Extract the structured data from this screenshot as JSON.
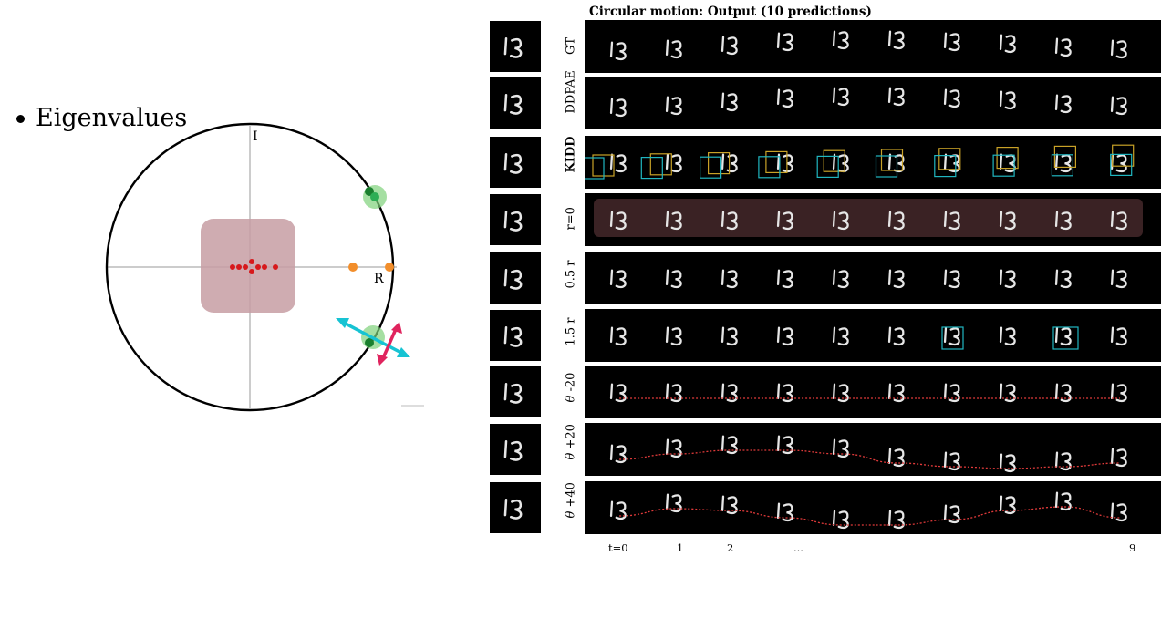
{
  "bullet": {
    "text": "Eigenvalues"
  },
  "unit_circle": {
    "axis_imag_label": "I",
    "axis_real_label": "R",
    "colors": {
      "circle": "#000000",
      "box": "#c79da3",
      "central_points": "#d7191c",
      "real_points": "#f28e2b",
      "complex_points": "#1a7f2e",
      "complex_halo": "#7fd17a",
      "cyan_arrow": "#17c3d3",
      "red_arrow": "#e0245e"
    }
  },
  "figure": {
    "title": "Circular motion: Output (10 predictions)",
    "rows": [
      {
        "label": "GT",
        "bold": false,
        "boxes": "none"
      },
      {
        "label": "DDPAE",
        "bold": false,
        "boxes": "none"
      },
      {
        "label": "KIDD",
        "bold": true,
        "boxes": "pair"
      },
      {
        "label": "r=0",
        "bold": false,
        "boxes": "band"
      },
      {
        "label": "0.5 r",
        "bold": false,
        "boxes": "none"
      },
      {
        "label": "1.5 r",
        "bold": false,
        "boxes": "cyan_two"
      },
      {
        "label": "-20",
        "bold": false,
        "theta": true,
        "trajectory": "flat"
      },
      {
        "label": "+20",
        "bold": false,
        "theta": true,
        "trajectory": "wave_low"
      },
      {
        "label": "+40",
        "bold": false,
        "theta": true,
        "trajectory": "wave_high"
      }
    ],
    "theta_symbol": "θ",
    "xticks": [
      "t=0",
      "1",
      "2",
      "...",
      "9"
    ],
    "colors": {
      "background": "#000000",
      "digit": "#e6e6e6",
      "box_cyan": "#20b6c0",
      "box_gold": "#c9a227",
      "box_green": "#8fd16a",
      "band": "#3a2224",
      "trajectory": "#e03a3a"
    }
  }
}
